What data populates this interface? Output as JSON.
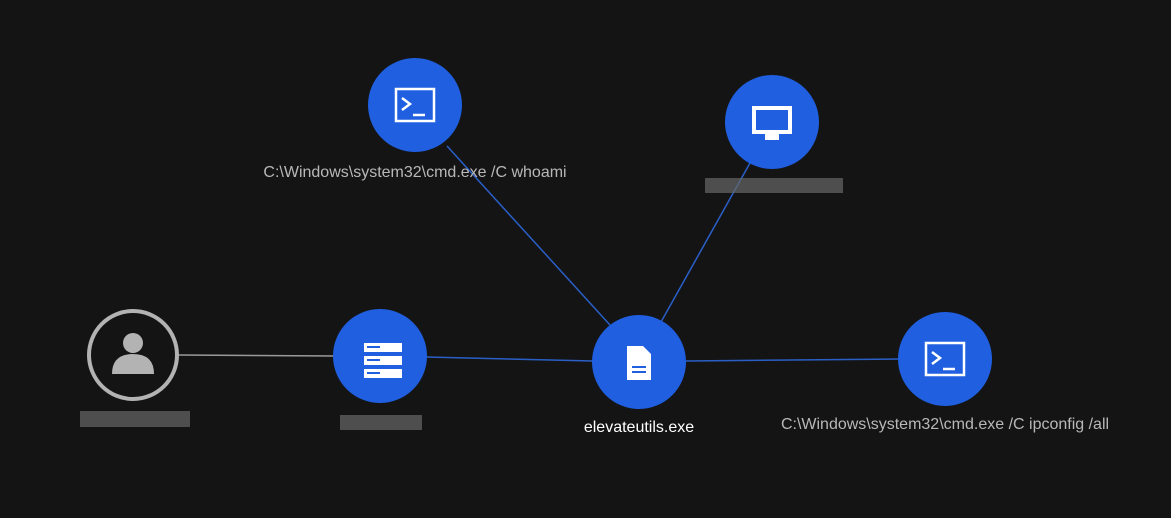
{
  "graph": {
    "colors": {
      "background": "#141414",
      "node": "#1f5fe0",
      "edge": "#2a5fc8",
      "user_edge": "#9a9a9a",
      "user": "#b3b3b3"
    },
    "nodes": {
      "user": {
        "icon": "user-icon",
        "label_redacted": true
      },
      "server": {
        "icon": "server-icon",
        "label_redacted": true
      },
      "file": {
        "icon": "file-icon",
        "label": "elevateutils.exe"
      },
      "cmd_whoami": {
        "icon": "terminal-icon",
        "label": "C:\\Windows\\system32\\cmd.exe /C whoami"
      },
      "host": {
        "icon": "monitor-icon",
        "label_redacted": true
      },
      "cmd_ipconfig": {
        "icon": "terminal-icon",
        "label": "C:\\Windows\\system32\\cmd.exe /C ipconfig /all"
      }
    }
  }
}
